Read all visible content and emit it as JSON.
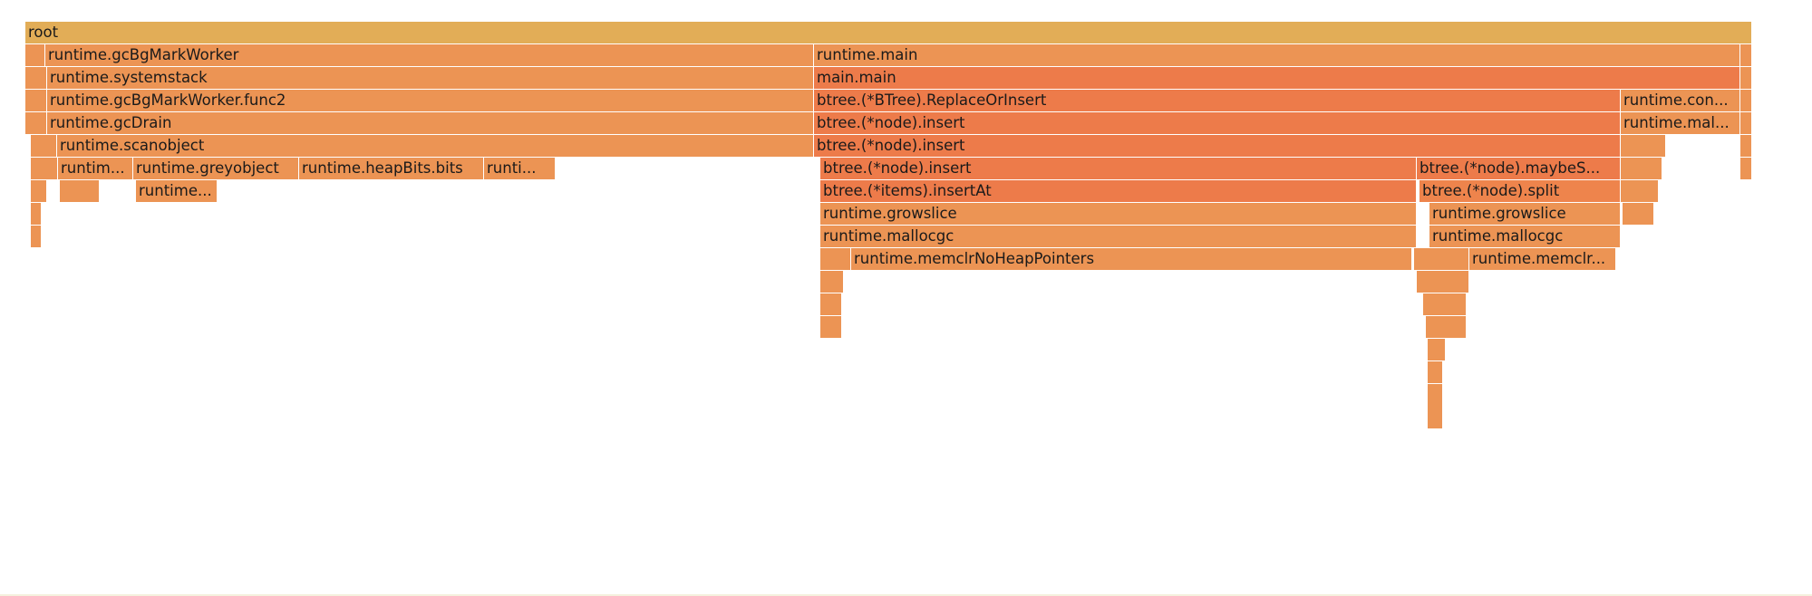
{
  "colors": {
    "root": "#e2ad57",
    "light": "#ec9454",
    "mid": "#ef8c4e",
    "warm": "#ee844c",
    "hot": "#ed7b4a",
    "pale": "#eca062"
  },
  "frames": [
    {
      "id": "f-root",
      "label": "root",
      "color": "root"
    },
    {
      "id": "f-gcworker-l",
      "label": "",
      "color": "light"
    },
    {
      "id": "f-gcbgmarkworker",
      "label": "runtime.gcBgMarkWorker",
      "color": "light"
    },
    {
      "id": "f-runtime-main",
      "label": "runtime.main",
      "color": "light"
    },
    {
      "id": "f-right-edge-1",
      "label": "",
      "color": "light"
    },
    {
      "id": "f-sys-l",
      "label": "",
      "color": "light"
    },
    {
      "id": "f-systemstack",
      "label": "runtime.systemstack",
      "color": "light"
    },
    {
      "id": "f-main-main",
      "label": "main.main",
      "color": "hot"
    },
    {
      "id": "f-right-edge-2",
      "label": "",
      "color": "light"
    },
    {
      "id": "f-func2-l",
      "label": "",
      "color": "light"
    },
    {
      "id": "f-func2",
      "label": "runtime.gcBgMarkWorker.func2",
      "color": "light"
    },
    {
      "id": "f-replaceorinsert",
      "label": "btree.(*BTree).ReplaceOrInsert",
      "color": "hot"
    },
    {
      "id": "f-runtime-con",
      "label": "runtime.con...",
      "color": "light"
    },
    {
      "id": "f-right-edge-3",
      "label": "",
      "color": "light"
    },
    {
      "id": "f-gcdrain-l",
      "label": "",
      "color": "light"
    },
    {
      "id": "f-gcdrain",
      "label": "runtime.gcDrain",
      "color": "light"
    },
    {
      "id": "f-node-insert-1",
      "label": "btree.(*node).insert",
      "color": "hot"
    },
    {
      "id": "f-runtime-mal",
      "label": "runtime.mal...",
      "color": "light"
    },
    {
      "id": "f-right-edge-4",
      "label": "",
      "color": "light"
    },
    {
      "id": "f-scan-l",
      "label": "",
      "color": "light"
    },
    {
      "id": "f-scanobject",
      "label": "runtime.scanobject",
      "color": "light"
    },
    {
      "id": "f-node-insert-2",
      "label": "btree.(*node).insert",
      "color": "hot"
    },
    {
      "id": "f-r5-a",
      "label": "",
      "color": "light"
    },
    {
      "id": "f-right-edge-5",
      "label": "",
      "color": "light"
    },
    {
      "id": "f-r6-l",
      "label": "",
      "color": "light"
    },
    {
      "id": "f-runtim-trunc",
      "label": "runtim...",
      "color": "light"
    },
    {
      "id": "f-greyobject",
      "label": "runtime.greyobject",
      "color": "light"
    },
    {
      "id": "f-heapbits",
      "label": "runtime.heapBits.bits",
      "color": "light"
    },
    {
      "id": "f-runti-trunc",
      "label": "runti...",
      "color": "light"
    },
    {
      "id": "f-node-insert-3",
      "label": "btree.(*node).insert",
      "color": "hot"
    },
    {
      "id": "f-maybesplit",
      "label": "btree.(*node).maybeS...",
      "color": "hot"
    },
    {
      "id": "f-r6-a",
      "label": "",
      "color": "light"
    },
    {
      "id": "f-right-edge-6",
      "label": "",
      "color": "light"
    },
    {
      "id": "f-r7-l",
      "label": "",
      "color": "light"
    },
    {
      "id": "f-r7-b",
      "label": "",
      "color": "light"
    },
    {
      "id": "f-runtime-trunc-2",
      "label": "runtime...",
      "color": "light"
    },
    {
      "id": "f-insertat",
      "label": "btree.(*items).insertAt",
      "color": "hot"
    },
    {
      "id": "f-split",
      "label": "btree.(*node).split",
      "color": "warm"
    },
    {
      "id": "f-r7-a",
      "label": "",
      "color": "light"
    },
    {
      "id": "f-r8-l",
      "label": "",
      "color": "light"
    },
    {
      "id": "f-growslice-1",
      "label": "runtime.growslice",
      "color": "light"
    },
    {
      "id": "f-growslice-2",
      "label": "runtime.growslice",
      "color": "light"
    },
    {
      "id": "f-r8-a",
      "label": "",
      "color": "light"
    },
    {
      "id": "f-r9-l",
      "label": "",
      "color": "light"
    },
    {
      "id": "f-mallocgc-1",
      "label": "runtime.mallocgc",
      "color": "light"
    },
    {
      "id": "f-mallocgc-2",
      "label": "runtime.mallocgc",
      "color": "light"
    },
    {
      "id": "f-r10-a",
      "label": "",
      "color": "light"
    },
    {
      "id": "f-memclr-1",
      "label": "runtime.memclrNoHeapPointers",
      "color": "light"
    },
    {
      "id": "f-r10-b",
      "label": "",
      "color": "light"
    },
    {
      "id": "f-memclr-2",
      "label": "runtime.memclr...",
      "color": "light"
    },
    {
      "id": "f-r11-a",
      "label": "",
      "color": "light"
    },
    {
      "id": "f-r11-b",
      "label": "",
      "color": "light"
    },
    {
      "id": "f-r12-a",
      "label": "",
      "color": "light"
    },
    {
      "id": "f-r12-b",
      "label": "",
      "color": "light"
    },
    {
      "id": "f-r13-a",
      "label": "",
      "color": "light"
    },
    {
      "id": "f-r14-a",
      "label": "",
      "color": "light"
    },
    {
      "id": "f-r15-a",
      "label": "",
      "color": "light"
    },
    {
      "id": "f-r16-a",
      "label": "",
      "color": "light"
    },
    {
      "id": "f-r17-a",
      "label": "",
      "color": "light"
    }
  ]
}
